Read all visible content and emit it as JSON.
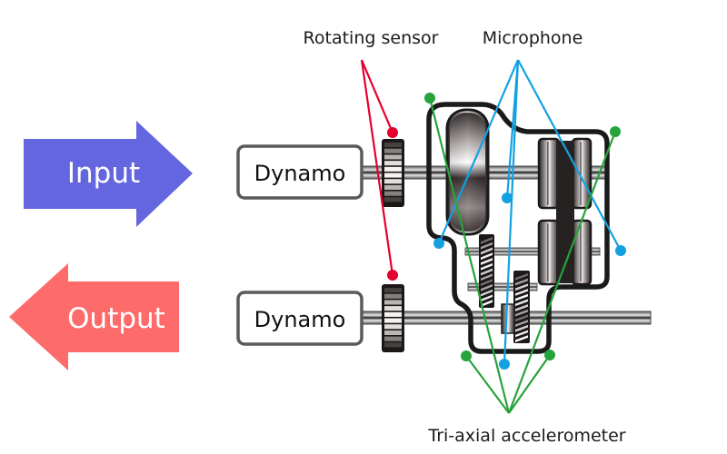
{
  "title": "Test rig schematic with sensor placement",
  "colors": {
    "input_arrow": "#6466e0",
    "output_arrow": "#fe6b6b",
    "rotating_sensor": "#e5002d",
    "microphone": "#13a1e2",
    "accelerometer": "#27a33b",
    "housing": "#1a1a1a",
    "dynamo_border": "#5a5a5a"
  },
  "arrows": {
    "input": {
      "label": "Input",
      "direction": "right"
    },
    "output": {
      "label": "Output",
      "direction": "left"
    }
  },
  "dynamos": [
    {
      "label": "Dynamo",
      "role": "input-side"
    },
    {
      "label": "Dynamo",
      "role": "output-side"
    }
  ],
  "sensor_groups": {
    "rotating_sensor": {
      "label": "Rotating sensor",
      "count": 2
    },
    "microphone": {
      "label": "Microphone",
      "count": 4
    },
    "accelerometer": {
      "label": "Tri-axial accelerometer",
      "count": 4
    }
  },
  "components": {
    "housing": "gearbox-housing",
    "roller": "toroidal-roller",
    "pulleys": "variable-pulley-pair",
    "belt": "drive-belt",
    "gears": [
      "helical-gear-upper",
      "helical-gear-lower"
    ],
    "shafts": [
      "input-shaft",
      "output-shaft",
      "counter-shaft",
      "idler-shaft"
    ]
  }
}
